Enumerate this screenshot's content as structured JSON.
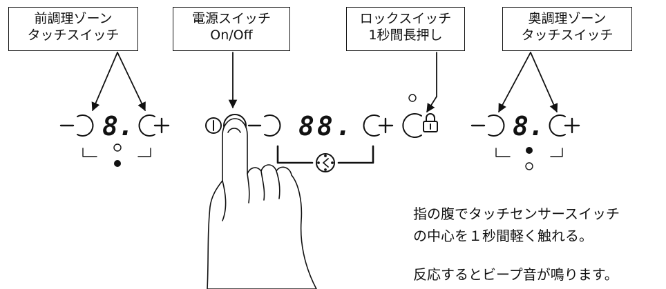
{
  "labels": {
    "front_zone": {
      "line1": "前調理ゾーン",
      "line2": "タッチスイッチ"
    },
    "power": {
      "line1": "電源スイッチ",
      "line2": "On/Off"
    },
    "lock": {
      "line1": "ロックスイッチ",
      "line2": "1秒間長押し"
    },
    "rear_zone": {
      "line1": "奥調理ゾーン",
      "line2": "タッチスイッチ"
    }
  },
  "displays": {
    "front_zone_level": "8.",
    "timer": "88.",
    "rear_zone_level": "8."
  },
  "instructions": {
    "line1": "指の腹でタッチセンサースイッチ",
    "line2": "の中心を１秒間軽く触れる。",
    "line3": "反応するとビープ音が鳴ります。"
  },
  "icons": [
    "minus-icon",
    "plus-icon",
    "power-icon",
    "lock-icon",
    "timer-clock-icon",
    "finger-icon"
  ],
  "colors": {
    "line": "#111111",
    "background": "#ffffff"
  }
}
